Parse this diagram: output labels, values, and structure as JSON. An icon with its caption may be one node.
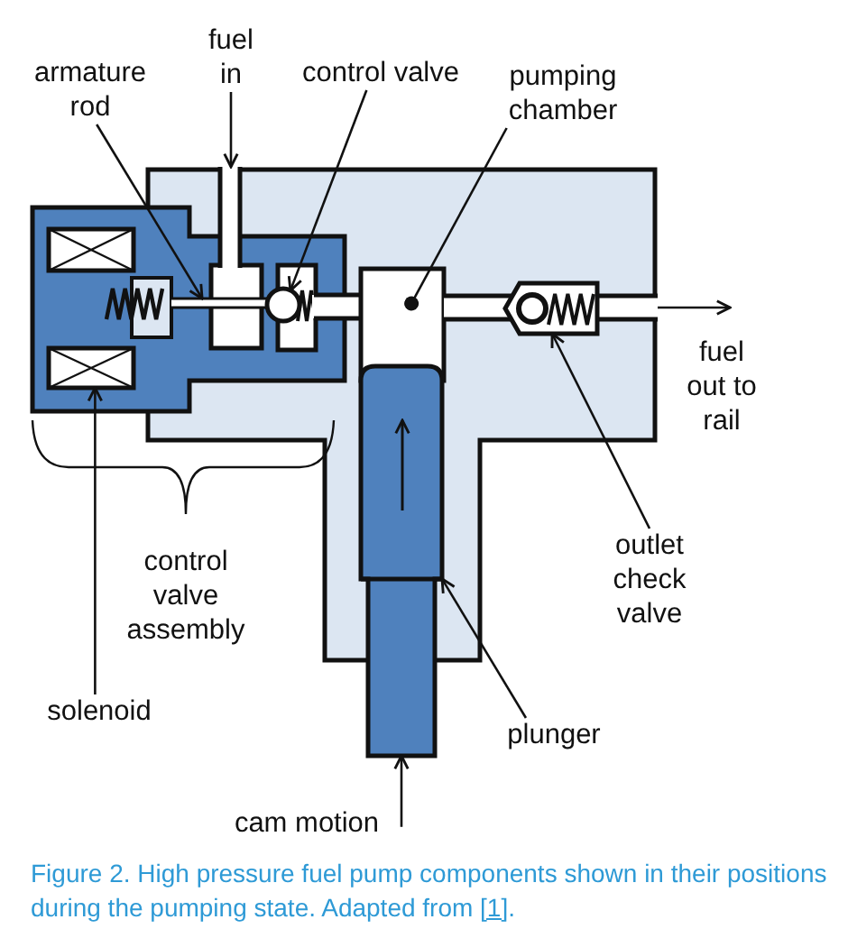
{
  "diagram": {
    "caption": "Figure 2. High pressure fuel pump components shown in their positions during the pumping state. Adapted from [1].",
    "nodes": [
      {
        "text": [
          "fuel in"
        ]
      },
      {
        "text": [
          "armature rod"
        ]
      },
      {
        "text": [
          "control valve"
        ]
      },
      {
        "text": [
          "pumping chamber"
        ]
      },
      {
        "text": [],
        "shape": "bar"
      },
      {
        "text": [],
        "shape": "bar"
      },
      {
        "text": [],
        "shape": "circle"
      },
      {
        "text": [],
        "shape": "box"
      },
      {
        "text": [],
        "shape": "bar"
      },
      {
        "text": [],
        "shape": "box"
      },
      {
        "text": [],
        "shape": "box"
      },
      {
        "text": [],
        "shape": "box"
      },
      {
        "text": [
          "fuel out to rail"
        ]
      },
      {
        "text": [
          "outlet check valve"
        ]
      },
      {
        "text": [
          "solenoid"
        ]
      },
      {
        "text": [
          "plunger"
        ]
      },
      {
        "text": [
          "cam motion"
        ]
      }
    ],
    "edges": [
      {
        "from": 0,
        "to": 4,
        "arrow": "to"
      },
      {
        "from": 1,
        "to": 5,
        "arrow": "to"
      },
      {
        "from": 2,
        "to": 6,
        "arrow": "to"
      },
      {
        "from": 3,
        "to": 7,
        "arrow": "other"
      },
      {
        "from": 8,
        "to": 12,
        "arrow": "to"
      },
      {
        "from": 13,
        "to": 9,
        "arrow": "to"
      },
      {
        "from": 14,
        "to": 10,
        "arrow": "to"
      },
      {
        "from": 15,
        "to": 11,
        "arrow": "to"
      },
      {
        "from": 16,
        "to": 11,
        "arrow": "to"
      }
    ],
    "labels": [
      "control valve assembly"
    ]
  }
}
